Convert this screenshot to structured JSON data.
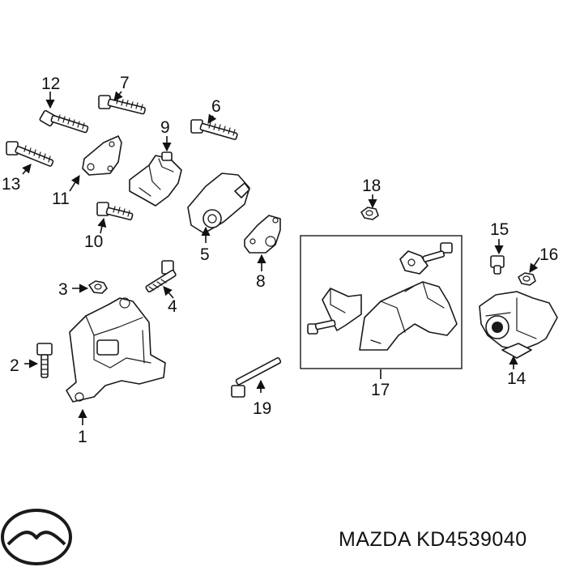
{
  "brand": "MAZDA",
  "part_number": "KD4539040",
  "callouts": [
    "1",
    "2",
    "3",
    "4",
    "5",
    "6",
    "7",
    "8",
    "9",
    "10",
    "11",
    "12",
    "13",
    "14",
    "15",
    "16",
    "17",
    "18",
    "19"
  ],
  "icons": {
    "logo": "mazda-logo-icon"
  },
  "colors": {
    "ink": "#1a1a1a",
    "background": "#ffffff"
  }
}
